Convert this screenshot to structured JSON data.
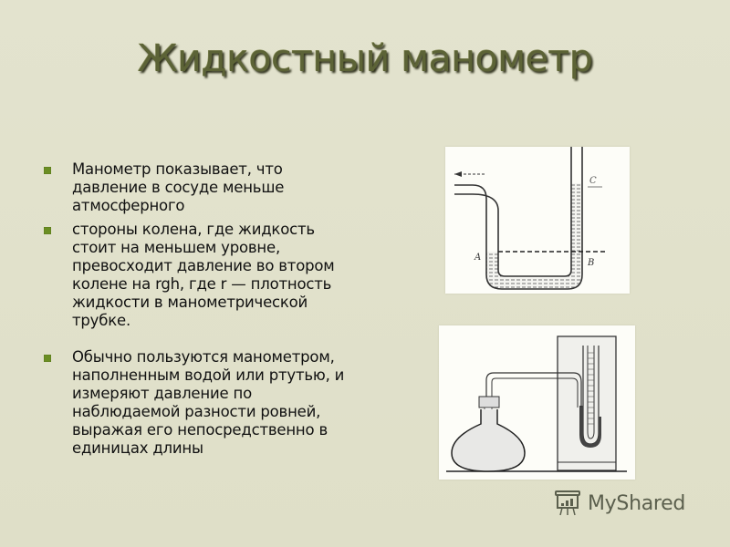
{
  "slide": {
    "title": "Жидкостный манометр",
    "bullets": [
      {
        "text": "Манометр показывает, что давление в сосуде меньше атмосферного"
      },
      {
        "text": "стороны колена, где жидкость стоит на меньшем уровне, превосходит давление во втором колене на rgh, где r — плотность жидкости в манометрической трубке."
      },
      {
        "text": "Обычно пользуются манометром, наполненным водой или ртутью, и измеряют давление по наблюдаемой разности ровней, выражая его непосредственно в единицах длины"
      }
    ],
    "diagram_u_tube": {
      "labels": {
        "a": "A",
        "b": "B",
        "c": "C"
      }
    },
    "diagram_flask": {},
    "colors": {
      "background": "#e1e1cb",
      "title": "#5c6336",
      "bullet": "#6b8e23",
      "text": "#111111"
    }
  },
  "watermark": {
    "text": "MyShared",
    "icon": "presentation-board-icon"
  }
}
